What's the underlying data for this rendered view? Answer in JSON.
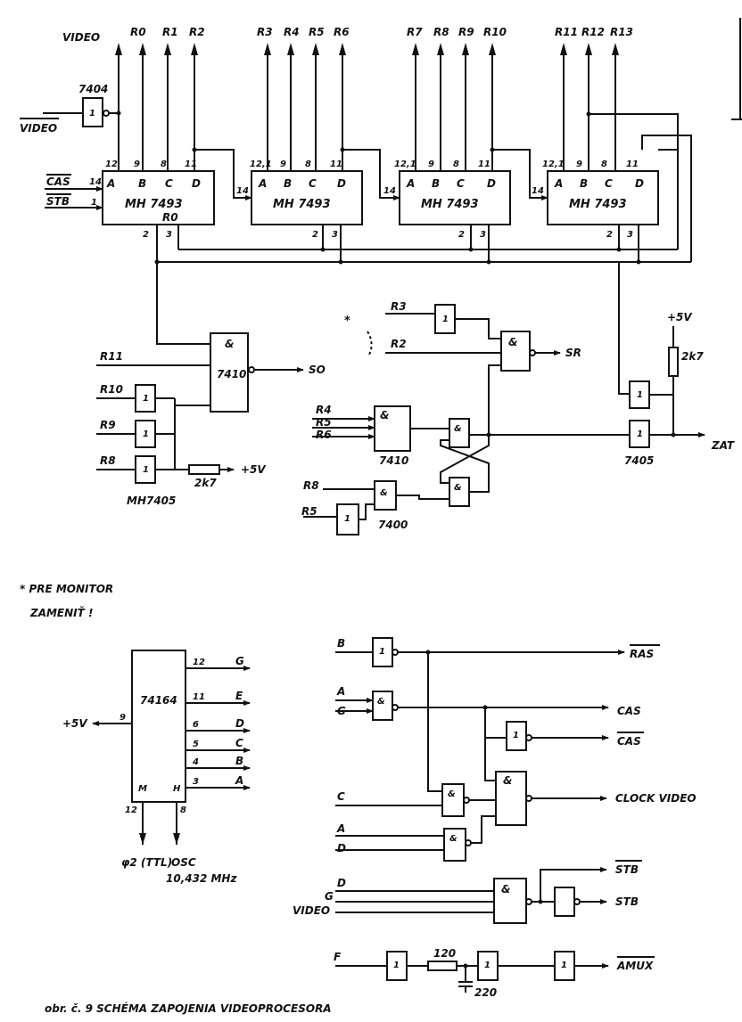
{
  "sig": {
    "video": "VIDEO",
    "video_n": "VIDEO",
    "r0": "R0",
    "r1": "R1",
    "r2": "R2",
    "r3": "R3",
    "r4": "R4",
    "r5": "R5",
    "r6": "R6",
    "r7": "R7",
    "r8": "R8",
    "r9": "R9",
    "r10": "R10",
    "r11": "R11",
    "r12": "R12",
    "r13": "R13",
    "cas": "CAS",
    "stb": "STB",
    "so": "SO",
    "sr": "SR",
    "zat": "ZAT",
    "p5v": "+5V",
    "res2k7": "2k7",
    "a": "A",
    "b": "B",
    "c": "C",
    "d": "D",
    "e": "E",
    "f": "F",
    "g": "G",
    "ras_n": "RAS",
    "cas_n": "CAS",
    "clock_video": "CLOCK VIDEO",
    "stb_n": "STB",
    "amux_n": "AMUX",
    "phi2": "φ2 (TTL)",
    "osc": "OSC",
    "osc_f": "10,432 MHz",
    "res120": "120",
    "cap220": "220",
    "star": "*"
  },
  "chip": {
    "c7404": "7404",
    "mh7493": "MH 7493",
    "r0": "R0",
    "c7410": "7410",
    "mh7405": "MH7405",
    "c7405": "7405",
    "c7400": "7400",
    "c74164": "74164",
    "one": "1",
    "amp": "&"
  },
  "pin": {
    "p1": "1",
    "p2": "2",
    "p3": "3",
    "p4": "4",
    "p5": "5",
    "p6": "6",
    "p8": "8",
    "p9": "9",
    "p11": "11",
    "p12": "12",
    "p14": "14",
    "p121": "12,1",
    "a": "A",
    "b": "B",
    "c": "C",
    "d": "D",
    "h": "H",
    "m": "M"
  },
  "notes": {
    "monitor_1": "* PRE MONITOR",
    "monitor_2": "ZAMENIŤ !"
  },
  "caption": "obr. č. 9     SCHÉMA ZAPOJENIA VIDEOPROCESORA"
}
